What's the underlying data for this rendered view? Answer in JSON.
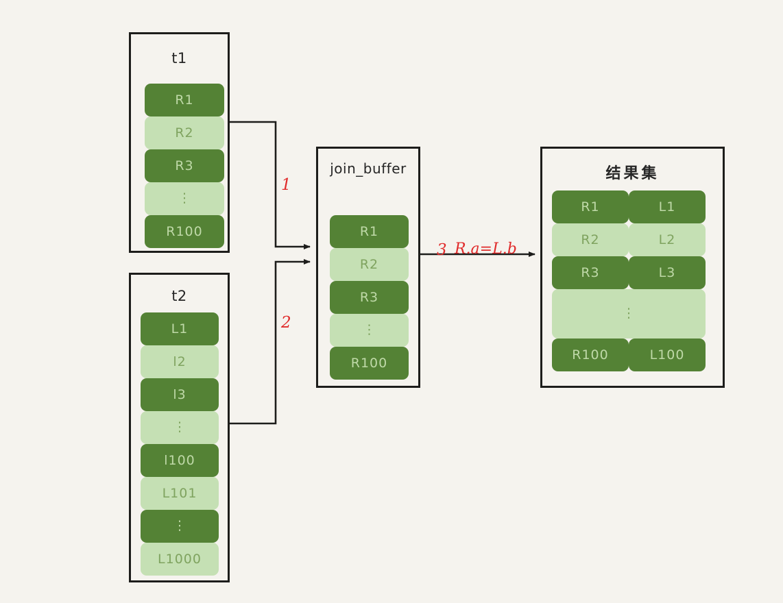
{
  "diagram": {
    "title_hidden": "MySQL Block Nested Loop Join (join_buffer) diagram",
    "background_color": "#f5f3ee",
    "colors": {
      "dark_green": "#548235",
      "light_green": "#c5e0b4",
      "outline": "#1d1d1b",
      "annotation_red": "#e02b2b"
    }
  },
  "boxes": {
    "t1": {
      "title": "t1",
      "rows": [
        {
          "label": "R1",
          "shade": "dark"
        },
        {
          "label": "R2",
          "shade": "light"
        },
        {
          "label": "R3",
          "shade": "dark"
        },
        {
          "label": "⋮",
          "shade": "light"
        },
        {
          "label": "R100",
          "shade": "dark"
        }
      ]
    },
    "t2": {
      "title": "t2",
      "rows": [
        {
          "label": "L1",
          "shade": "dark"
        },
        {
          "label": "l2",
          "shade": "light"
        },
        {
          "label": "l3",
          "shade": "dark"
        },
        {
          "label": "⋮",
          "shade": "light"
        },
        {
          "label": "l100",
          "shade": "dark"
        },
        {
          "label": "L101",
          "shade": "light"
        },
        {
          "label": "⋮",
          "shade": "dark"
        },
        {
          "label": "L1000",
          "shade": "light"
        }
      ]
    },
    "join_buffer": {
      "title": "join_buffer",
      "rows": [
        {
          "label": "R1",
          "shade": "dark"
        },
        {
          "label": "R2",
          "shade": "light"
        },
        {
          "label": "R3",
          "shade": "dark"
        },
        {
          "label": "⋮",
          "shade": "light"
        },
        {
          "label": "R100",
          "shade": "dark"
        }
      ]
    },
    "result_set": {
      "title": "结果集",
      "rows": [
        {
          "left": "R1",
          "right": "L1",
          "shade": "dark"
        },
        {
          "left": "R2",
          "right": "L2",
          "shade": "light"
        },
        {
          "left": "R3",
          "right": "L3",
          "shade": "dark"
        },
        {
          "left": "",
          "right": "",
          "center": "⋮",
          "shade": "light"
        },
        {
          "left": "R100",
          "right": "L100",
          "shade": "dark"
        }
      ]
    }
  },
  "annotations": {
    "step1": "1",
    "step2": "2",
    "step3_num": "3",
    "step3_expr": "R.a=L.b"
  }
}
